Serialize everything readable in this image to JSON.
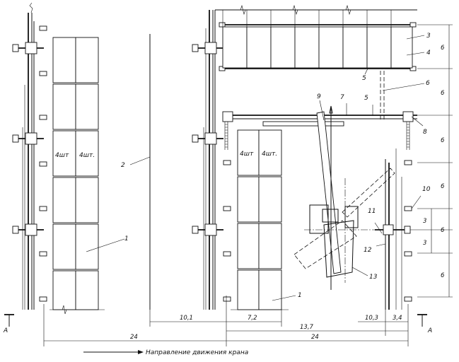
{
  "labels": {
    "pos1_left": "1",
    "pos1_right": "1",
    "pos2": "2",
    "pos3": "3",
    "pos4": "4",
    "pos5a": "5",
    "pos5b": "5",
    "pos6": "6",
    "pos7": "7",
    "pos8": "8",
    "pos9": "9",
    "pos10": "10",
    "pos11": "11",
    "pos12": "12",
    "pos13": "13",
    "stack_left_a": "4шт",
    "stack_left_b": "4шт.",
    "stack_right_a": "4шт",
    "stack_right_b": "4шт."
  },
  "dimensions": {
    "d_10_1": "10,1",
    "d_7_2": "7,2",
    "d_13_7": "13,7",
    "d_10_3": "10,3",
    "d_3_4": "3,4",
    "d_24_left": "24",
    "d_24_right": "24",
    "v_6_a": "6",
    "v_6_b": "6",
    "v_6_c": "6",
    "v_6_d": "6",
    "v_3_a": "3",
    "v_6_e": "6",
    "v_3_b": "3",
    "v_6_f": "6"
  },
  "section_marks": {
    "left": "А",
    "right": "А"
  },
  "caption": "Направление движения крана"
}
